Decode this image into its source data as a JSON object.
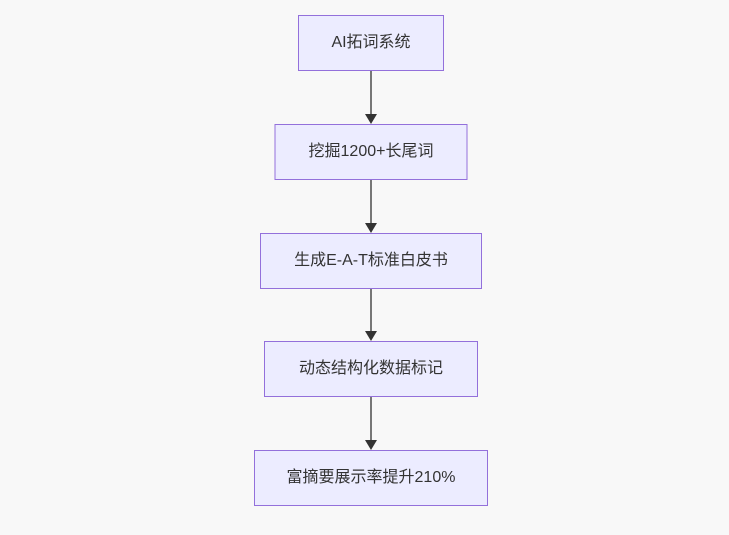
{
  "diagram": {
    "type": "flowchart",
    "direction": "top-down",
    "nodes": [
      {
        "id": "A",
        "label": "AI拓词系统"
      },
      {
        "id": "B",
        "label": "挖掘1200+长尾词"
      },
      {
        "id": "C",
        "label": "生成E-A-T标准白皮书"
      },
      {
        "id": "D",
        "label": "动态结构化数据标记"
      },
      {
        "id": "E",
        "label": "富摘要展示率提升210%"
      }
    ],
    "edges": [
      {
        "from": "A",
        "to": "B",
        "label": ""
      },
      {
        "from": "B",
        "to": "C",
        "label": ""
      },
      {
        "from": "C",
        "to": "D",
        "label": ""
      },
      {
        "from": "D",
        "to": "E",
        "label": ""
      }
    ],
    "colors": {
      "background": "#f8f8f8",
      "node_fill": "#ececff",
      "node_border": "#9370db",
      "node_text": "#333333",
      "edge_line": "#777777",
      "edge_arrowhead": "#333333"
    }
  }
}
